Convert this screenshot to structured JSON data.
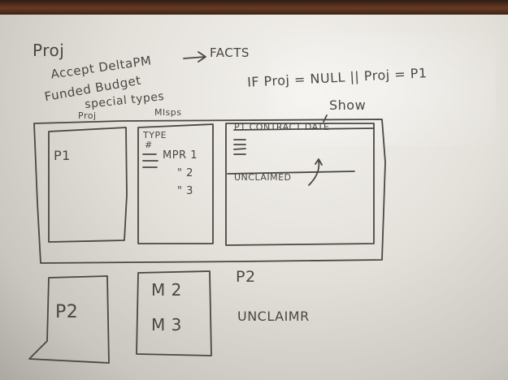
{
  "whiteboard": {
    "top_notes": {
      "line1": "Proj",
      "line2": "Accept DeltaPM",
      "line3": "Funded Budget",
      "line4": "special types",
      "arrow_target": "FACTS"
    },
    "condition": "IF Proj = NULL || Proj = P1",
    "condition_show": "Show",
    "panel_labels": {
      "projects": "Proj",
      "milestones": "Mlsps"
    },
    "project_panel": {
      "item": "P1"
    },
    "milestone_panel": {
      "header": "TYPE",
      "hash": "#",
      "items": [
        "MPR 1",
        "\" 2",
        "\" 3"
      ]
    },
    "contract_panel": {
      "header": "P1 CONTRACT DATE",
      "section": "UNCLAIMED"
    },
    "lower_left_box": "P2",
    "lower_mid_box": [
      "M 2",
      "M 3"
    ],
    "lower_p2": "P2",
    "lower_unclaimed": "UNCLAIMR"
  },
  "colors": {
    "ink": "#4a4744",
    "board": "#ece9e4",
    "frame": "#6b3a22"
  }
}
